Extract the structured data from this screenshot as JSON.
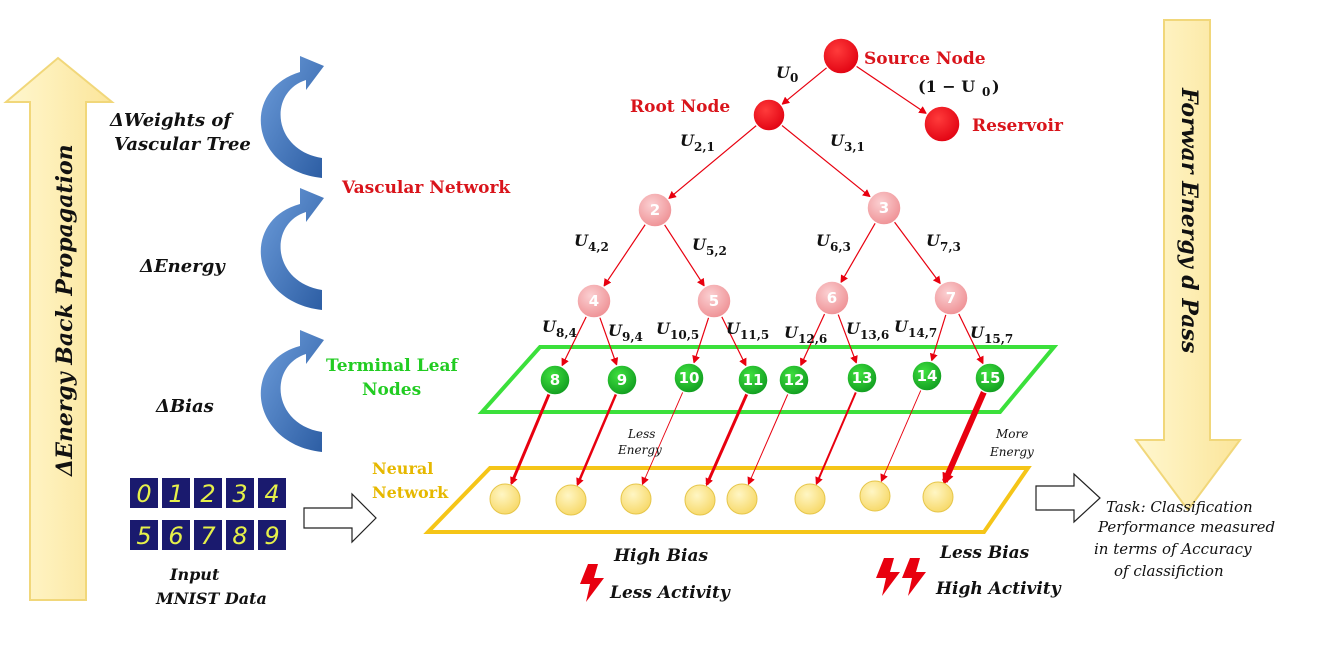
{
  "labels": {
    "source_node": "Source Node",
    "root_node": "Root Node",
    "reservoir": "Reservoir",
    "u0": "U",
    "u0_sub": "0",
    "one_minus_u0": "(1 − U",
    "one_minus_u0_sub": "0",
    "one_minus_u0_close": ")",
    "vascular_network": "Vascular Network",
    "terminal_leaf_line1": "Terminal Leaf",
    "terminal_leaf_line2": "Nodes",
    "neural_line1": "Neural",
    "neural_line2": "Network",
    "delta_weights_line1": "ΔWeights of",
    "delta_weights_line2": "Vascular Tree",
    "delta_energy": "ΔEnergy",
    "delta_bias": "ΔBias",
    "back_prop": "ΔEnergy Back Propagation",
    "forward_pass": "Forwar Energy d Pass",
    "input_line1": "Input",
    "input_line2": "MNIST Data",
    "less_energy_line1": "Less",
    "less_energy_line2": "Energy",
    "more_energy_line1": "More",
    "more_energy_line2": "Energy",
    "high_bias": "High Bias",
    "less_activity": "Less Activity",
    "less_bias": "Less Bias",
    "high_activity": "High Activity",
    "task_line1": "Task: Classification",
    "task_line2": "Performance measured",
    "task_line3": "in terms of Accuracy",
    "task_line4": "of classifiction"
  },
  "edges": [
    {
      "u": "U",
      "sub": "2,1"
    },
    {
      "u": "U",
      "sub": "3,1"
    },
    {
      "u": "U",
      "sub": "4,2"
    },
    {
      "u": "U",
      "sub": "5,2"
    },
    {
      "u": "U",
      "sub": "6,3"
    },
    {
      "u": "U",
      "sub": "7,3"
    },
    {
      "u": "U",
      "sub": "8,4"
    },
    {
      "u": "U",
      "sub": "9,4"
    },
    {
      "u": "U",
      "sub": "10,5"
    },
    {
      "u": "U",
      "sub": "11,5"
    },
    {
      "u": "U",
      "sub": "12,6"
    },
    {
      "u": "U",
      "sub": "13,6"
    },
    {
      "u": "U",
      "sub": "14,7"
    },
    {
      "u": "U",
      "sub": "15,7"
    }
  ],
  "mid_nodes": [
    "2",
    "3",
    "4",
    "5",
    "6",
    "7"
  ],
  "leaf_nodes": [
    "8",
    "9",
    "10",
    "11",
    "12",
    "13",
    "14",
    "15"
  ],
  "mnist_digits_row1": [
    "0",
    "1",
    "2",
    "3",
    "4"
  ],
  "mnist_digits_row2": [
    "5",
    "6",
    "7",
    "8",
    "9"
  ],
  "colors": {
    "red": "#e8000f",
    "pink": "#f4a3a6",
    "green": "#1db51d",
    "leaf_box": "#3be03b",
    "neuron": "#fbe38a",
    "neuron_box": "#f5c518",
    "blue_arrow": "#3a6fb5",
    "yellow_arrow": "#fcefb3"
  }
}
